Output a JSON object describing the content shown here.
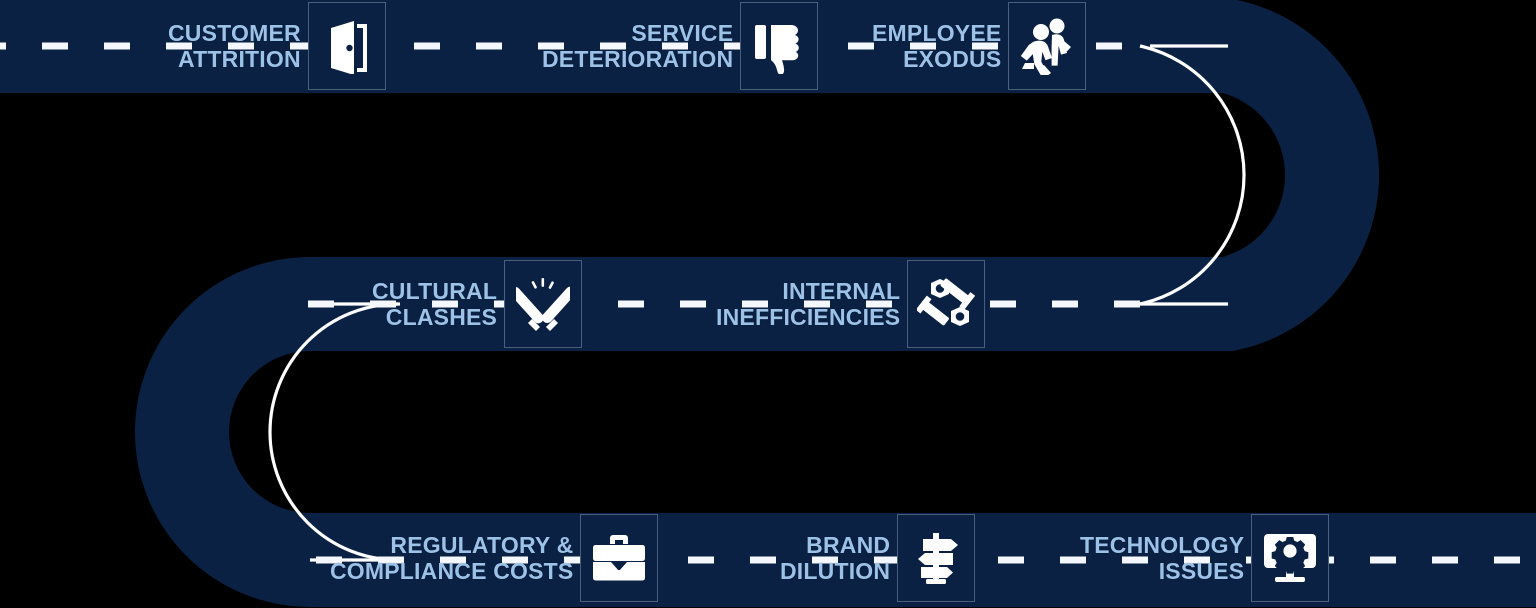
{
  "diagram": {
    "type": "roadmap-serpentine",
    "colors": {
      "background": "#000000",
      "road": "#0a2143",
      "road_line_solid": "#ffffff",
      "road_line_dash": "#f2f5fa",
      "label_text": "#9dc2e8",
      "icon_fill": "#ffffff",
      "icon_box_border": "#4a5f7a",
      "icon_box_fill": "#0b2143"
    },
    "road_rows": 3,
    "direction_note": "serpentine road, left-to-right top row, right U-turn, right-to-left middle row, left U-turn, left-to-right bottom row"
  },
  "nodes": [
    {
      "id": "customer-attrition",
      "label": "CUSTOMER\nATTRITION",
      "icon": "open-door-icon",
      "row": 1,
      "order": 1
    },
    {
      "id": "service-deterioration",
      "label": "SERVICE\nDETERIORATION",
      "icon": "thumbs-down-icon",
      "row": 1,
      "order": 2
    },
    {
      "id": "employee-exodus",
      "label": "EMPLOYEE\nEXODUS",
      "icon": "running-people-icon",
      "row": 1,
      "order": 3
    },
    {
      "id": "cultural-clashes",
      "label": "CULTURAL\nCLASHES",
      "icon": "crossed-swords-icon",
      "row": 2,
      "order": 4
    },
    {
      "id": "internal-inefficiencies",
      "label": "INTERNAL\nINEFFICIENCIES",
      "icon": "nuts-and-bolts-icon",
      "row": 2,
      "order": 5
    },
    {
      "id": "regulatory-compliance-costs",
      "label": "REGULATORY &\nCOMPLIANCE COSTS",
      "icon": "briefcase-icon",
      "row": 3,
      "order": 6
    },
    {
      "id": "brand-dilution",
      "label": "BRAND\nDILUTION",
      "icon": "signpost-icon",
      "row": 3,
      "order": 7
    },
    {
      "id": "technology-issues",
      "label": "TECHNOLOGY\nISSUES",
      "icon": "monitor-gear-icon",
      "row": 3,
      "order": 8
    }
  ]
}
